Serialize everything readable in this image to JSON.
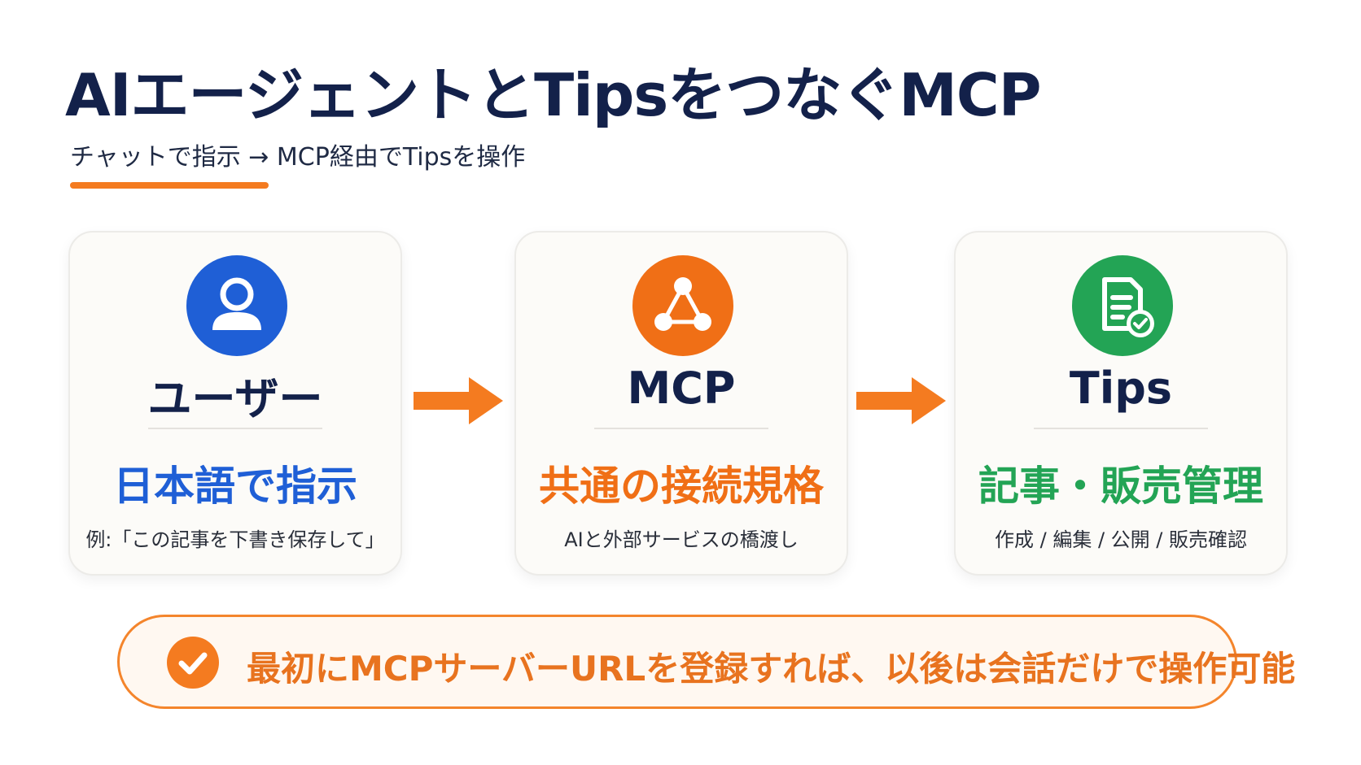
{
  "header": {
    "title": "AIエージェントとTipsをつなぐMCP",
    "subtitle": "チャットで指示 → MCP経由でTipsを操作"
  },
  "cards": [
    {
      "icon": "user-icon",
      "name": "ユーザー",
      "feature": "日本語で指示",
      "desc": "例:「この記事を下書き保存して」",
      "color": "#1f5fd6"
    },
    {
      "icon": "network-icon",
      "name": "MCP",
      "feature": "共通の接続規格",
      "desc": "AIと外部サービスの橋渡し",
      "color": "#f06f16"
    },
    {
      "icon": "document-check-icon",
      "name": "Tips",
      "feature": "記事・販売管理",
      "desc": "作成 / 編集 / 公開 / 販売確認",
      "color": "#23a455"
    }
  ],
  "arrows": {
    "icon": "arrow-right-icon",
    "color": "#f47b20"
  },
  "note": {
    "icon": "check-circle-icon",
    "text": "最初にMCPサーバーURLを登録すれば、以後は会話だけで操作可能",
    "color": "#f47b20"
  }
}
